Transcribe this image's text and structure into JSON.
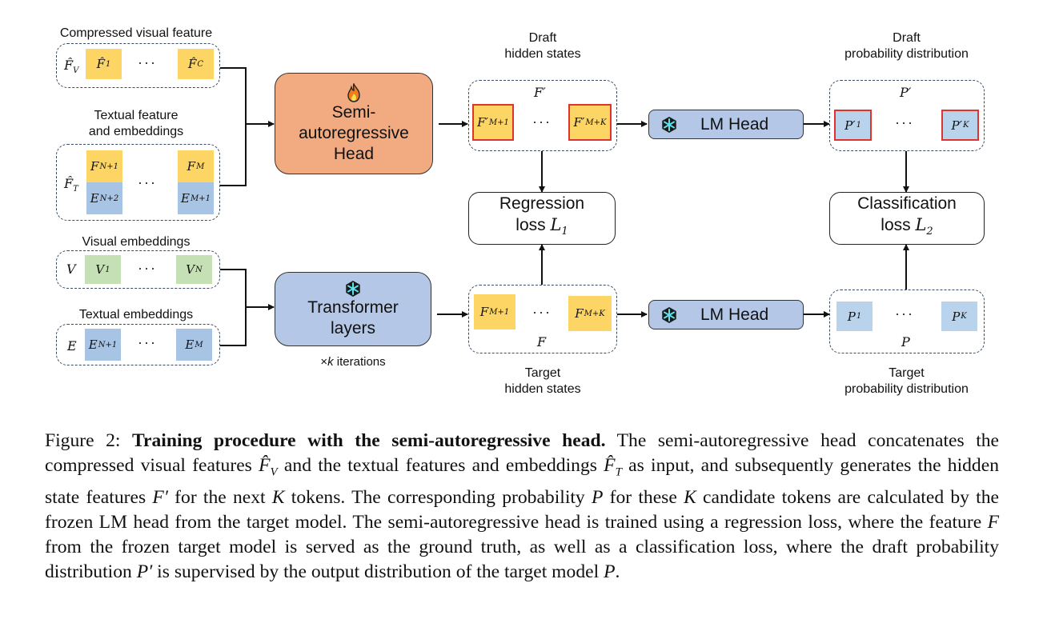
{
  "inputs": {
    "compressed_visual": {
      "title": "Compressed visual feature",
      "symbol": "F̂",
      "symbol_sub": "V",
      "cells": [
        {
          "base": "F̂",
          "sub": "1",
          "color": "#fdd565"
        },
        {
          "base": "F̂",
          "sub": "C",
          "color": "#fdd565"
        }
      ],
      "ellipsis": "···"
    },
    "textual_feature": {
      "title_line1": "Textual feature",
      "title_line2": "and embeddings",
      "symbol": "F̂",
      "symbol_sub": "T",
      "cells_top": [
        {
          "base": "F",
          "sub": "N+1",
          "color": "#fdd565"
        },
        {
          "base": "F",
          "sub": "M",
          "color": "#fdd565"
        }
      ],
      "cells_bottom": [
        {
          "base": "E",
          "sub": "N+2",
          "color": "#a7c4e5"
        },
        {
          "base": "E",
          "sub": "M+1",
          "color": "#a7c4e5"
        }
      ],
      "ellipsis": "···"
    },
    "visual_embeddings": {
      "title": "Visual embeddings",
      "symbol": "V",
      "cells": [
        {
          "base": "V",
          "sub": "1",
          "color": "#c6e0b5"
        },
        {
          "base": "V",
          "sub": "N",
          "color": "#c6e0b5"
        }
      ],
      "ellipsis": "···"
    },
    "textual_embeddings": {
      "title": "Textual embeddings",
      "symbol": "E",
      "cells": [
        {
          "base": "E",
          "sub": "N+1",
          "color": "#a7c4e5"
        },
        {
          "base": "E",
          "sub": "M",
          "color": "#a7c4e5"
        }
      ],
      "ellipsis": "···"
    }
  },
  "blocks": {
    "semi_ar_head": {
      "icon": "fire-icon",
      "line1": "Semi-",
      "line2": "autoregressive",
      "line3": "Head",
      "color": "#f2ab80"
    },
    "transformer": {
      "icon": "snowflake-icon",
      "line1": "Transformer",
      "line2": "layers",
      "color": "#b4c7e7",
      "note_mult": "×",
      "note_k": "k",
      "note_rest": " iterations"
    }
  },
  "hidden_states": {
    "draft": {
      "title_line1": "Draft",
      "title_line2": "hidden states",
      "symbol": "F′",
      "cells": [
        {
          "base": "F′",
          "sub": "M+1"
        },
        {
          "base": "F′",
          "sub": "M+K"
        }
      ],
      "ellipsis": "···"
    },
    "target": {
      "title_line1": "Target",
      "title_line2": "hidden states",
      "symbol": "F",
      "cells": [
        {
          "base": "F",
          "sub": "M+1"
        },
        {
          "base": "F",
          "sub": "M+K"
        }
      ],
      "ellipsis": "···"
    }
  },
  "lm_heads": {
    "top": {
      "icon": "snowflake-icon",
      "label": "LM Head"
    },
    "bottom": {
      "icon": "snowflake-icon",
      "label": "LM Head"
    }
  },
  "losses": {
    "regression": {
      "line1": "Regression",
      "line2_text": "loss ",
      "symbol": "L",
      "sub": "1"
    },
    "classification": {
      "line1": "Classification",
      "line2_text": "loss ",
      "symbol": "L",
      "sub": "2"
    }
  },
  "distributions": {
    "draft": {
      "title_line1": "Draft",
      "title_line2": "probability distribution",
      "symbol": "P′",
      "cells": [
        {
          "base": "P′",
          "sub": "1"
        },
        {
          "base": "P′",
          "sub": "K"
        }
      ],
      "ellipsis": "···"
    },
    "target": {
      "title_line1": "Target",
      "title_line2": "probability distribution",
      "symbol": "P",
      "cells": [
        {
          "base": "P",
          "sub": "1"
        },
        {
          "base": "P",
          "sub": "K"
        }
      ],
      "ellipsis": "···"
    }
  },
  "colors": {
    "feature_yellow": "#fdd565",
    "embedding_blue": "#a7c4e5",
    "visual_green": "#c6e0b5",
    "prob_blue": "#b9d3ec",
    "draft_border_red": "#e0332e",
    "head_orange": "#f2ab80",
    "frozen_blue": "#b4c7e7"
  },
  "caption": {
    "label": "Figure 2: ",
    "title": "Training procedure with the semi-autoregressive head.",
    "s1": " The semi-autoregressive head concatenates the compressed visual features ",
    "m1": "F̂",
    "m1_sub": "V",
    "s2": " and the textual features and embeddings ",
    "m2": "F̂",
    "m2_sub": "T",
    "s3": " as input, and subsequently generates the hidden state features ",
    "m3": "F′",
    "s4": " for the next ",
    "m4": "K",
    "s5": " tokens. The corresponding probability ",
    "m5": "P",
    "s6": " for these ",
    "m6": "K",
    "s7": " candidate tokens are calculated by the frozen LM head from the target model. The semi-autoregressive head is trained using a regression loss, where the feature ",
    "m7": "F",
    "s8": " from the frozen target model is served as the ground truth, as well as a classification loss, where the draft probability distribution ",
    "m8": "P′",
    "s9": " is supervised by the output distribution of the target model ",
    "m9": "P",
    "s10": "."
  }
}
